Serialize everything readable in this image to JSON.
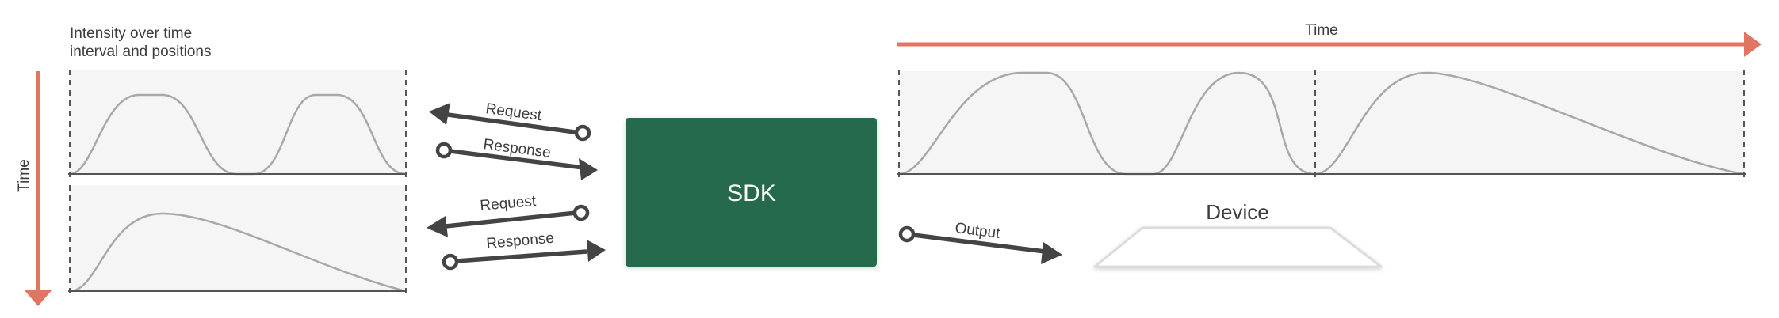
{
  "left_panel": {
    "caption_line1": "Intensity over time",
    "caption_line2": "interval and positions",
    "time_label": "Time"
  },
  "arrows": {
    "request_1": "Request",
    "response_1": "Response",
    "request_2": "Request",
    "response_2": "Response",
    "output": "Output"
  },
  "sdk": {
    "label": "SDK",
    "color": "#276a4e"
  },
  "right_panel": {
    "time_label": "Time"
  },
  "device": {
    "label": "Device"
  },
  "colors": {
    "accent": "#e07561",
    "panel_bg": "#f5f5f5",
    "curve": "#a8a8a8",
    "arrow": "#444444"
  }
}
